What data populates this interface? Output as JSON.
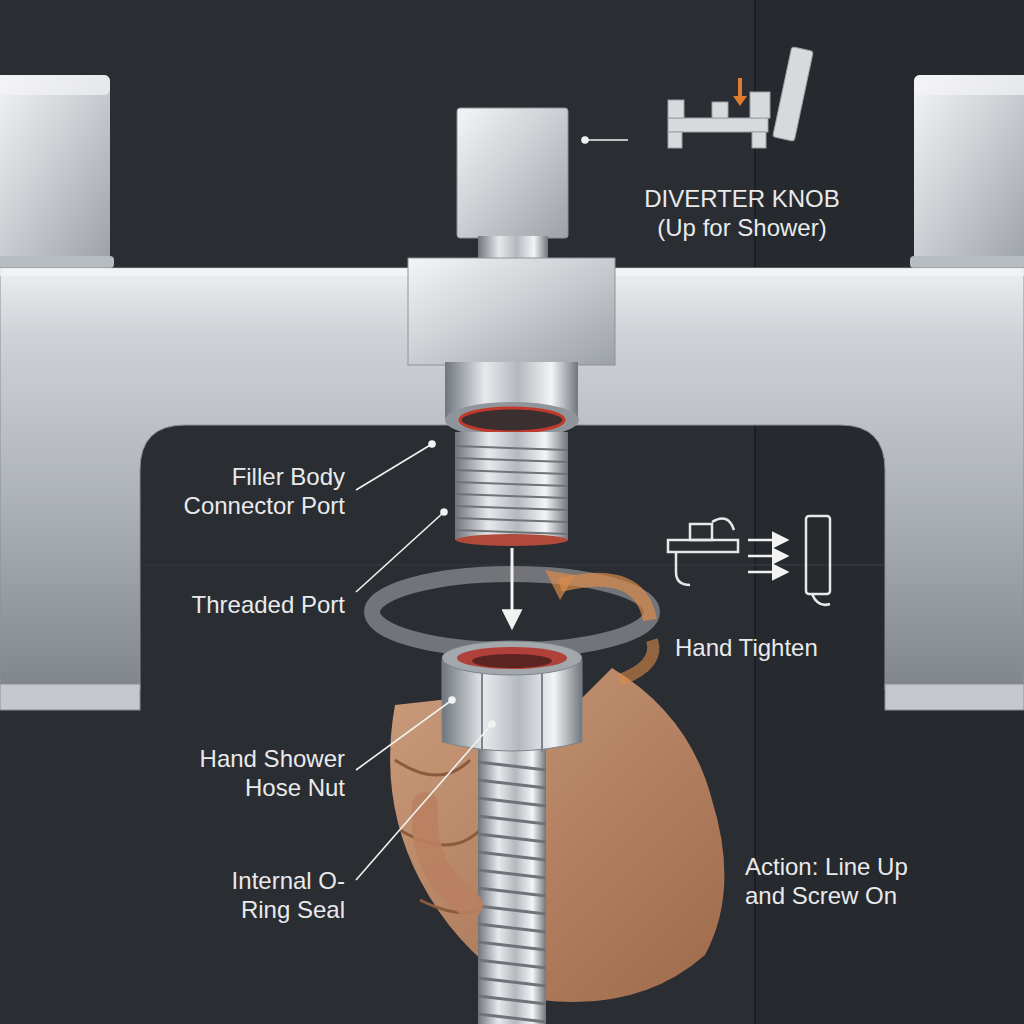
{
  "diagram": {
    "labels": [
      "DIVERTER KNOB (Up for Shower)",
      "Filler Body Connector Port",
      "Threaded Port",
      "Hand Tighten",
      "Hand Shower Hose Nut",
      "Internal O-Ring Seal",
      "Action: Line Up and Screw On"
    ]
  }
}
